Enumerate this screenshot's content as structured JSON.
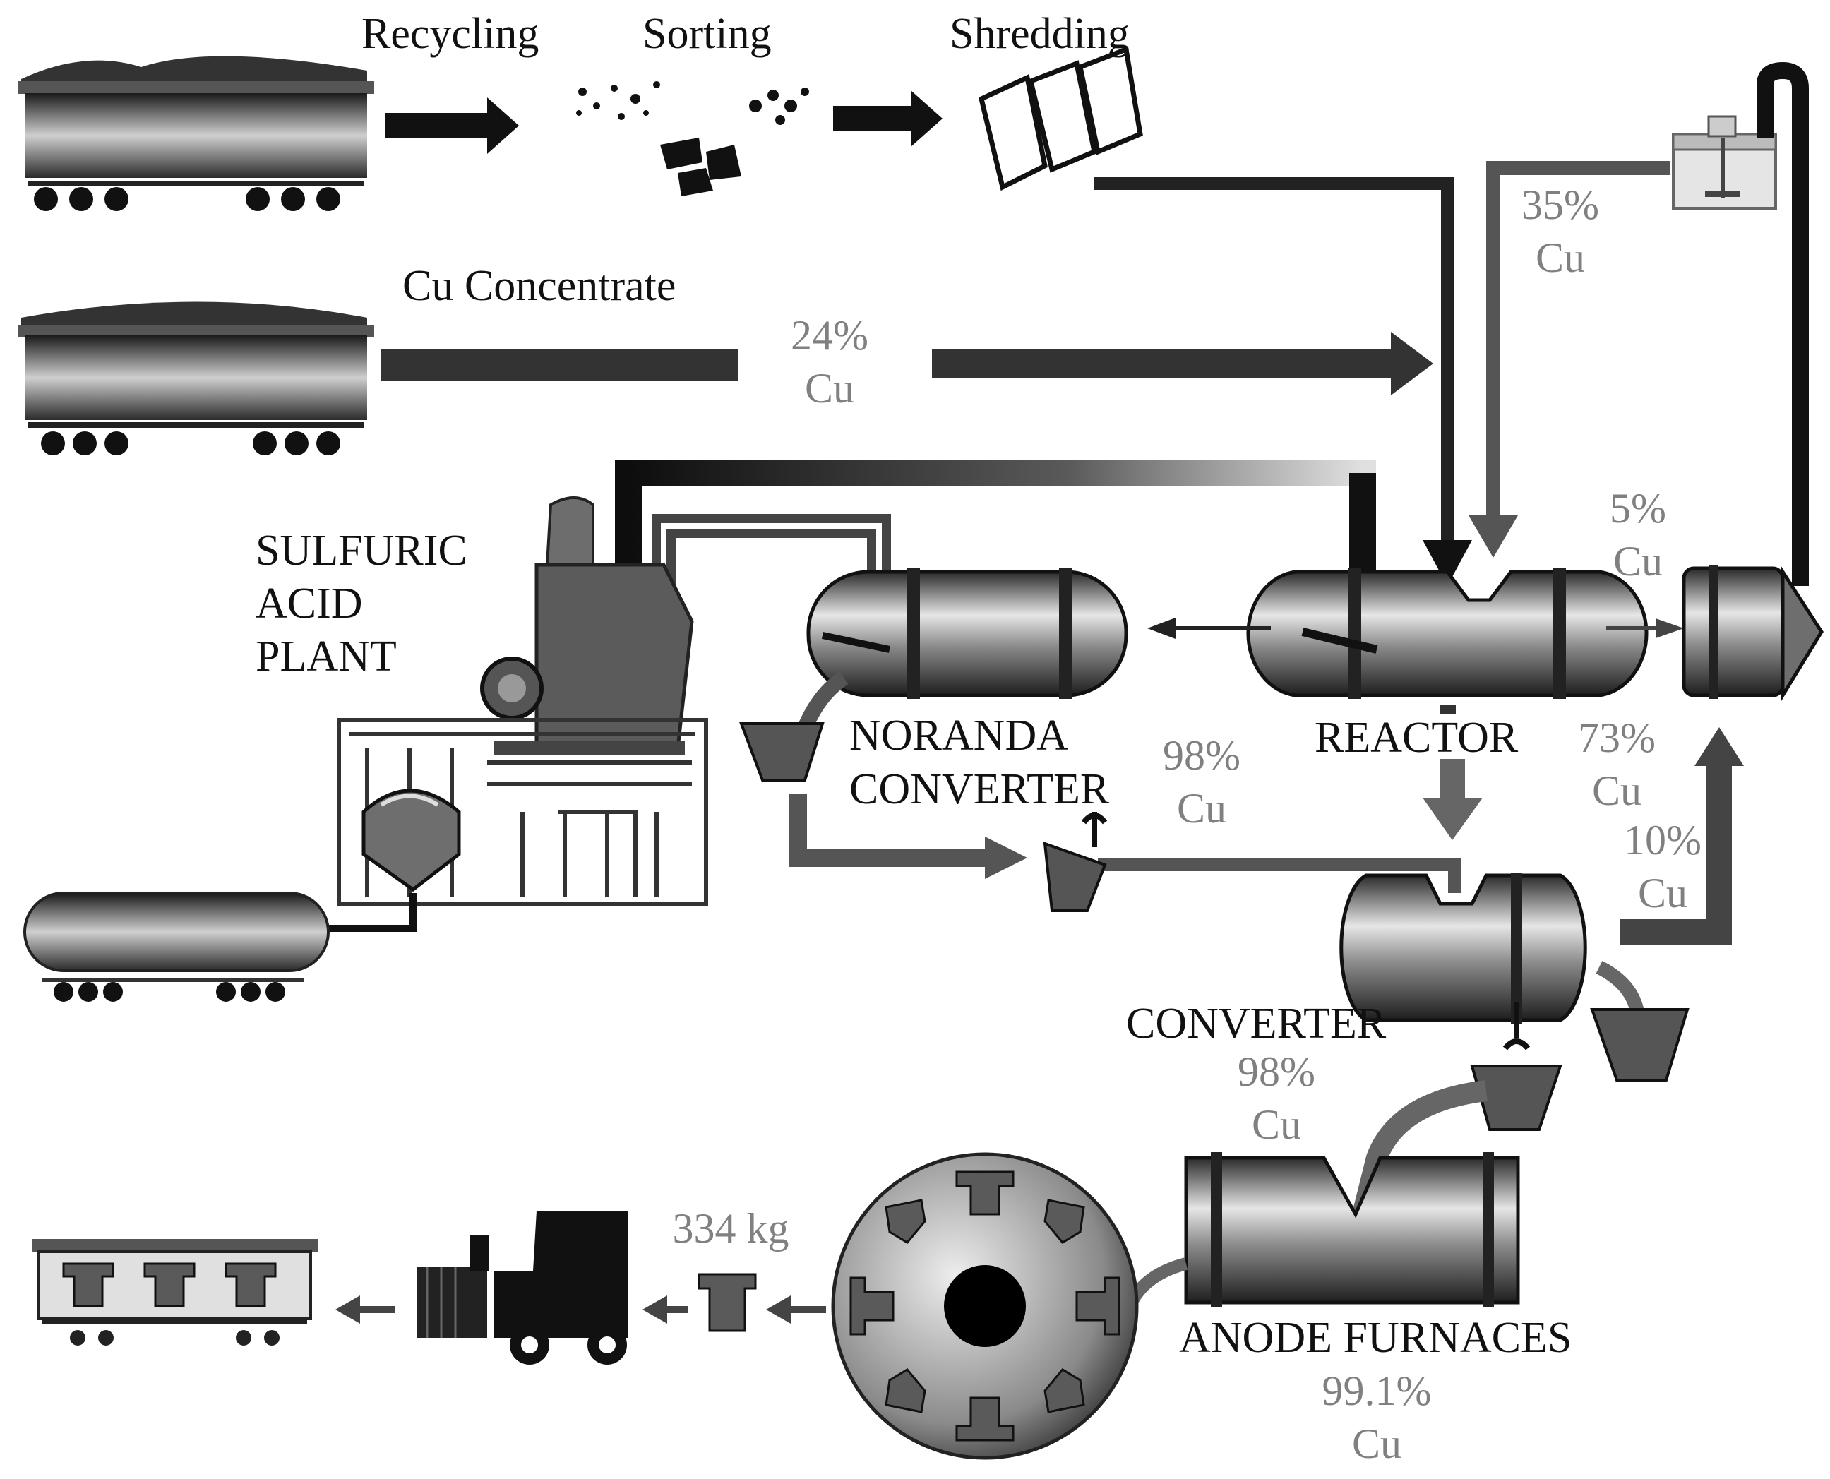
{
  "steps": {
    "recycling": "Recycling",
    "sorting": "Sorting",
    "shredding": "Shredding",
    "cu_concentrate": "Cu Concentrate"
  },
  "units": {
    "sulfuric_line1": "SULFURIC",
    "sulfuric_line2": "ACID",
    "sulfuric_line3": "PLANT",
    "noranda_line1": "NORANDA",
    "noranda_line2": "CONVERTER",
    "reactor": "REACTOR",
    "converter": "CONVERTER",
    "anode_furnaces": "ANODE FURNACES"
  },
  "grades": {
    "concentrate_pct": "24%",
    "concentrate_cu": "Cu",
    "recycle_pct": "35%",
    "recycle_cu": "Cu",
    "slag_pct": "5%",
    "slag_cu": "Cu",
    "noranda_pct": "98%",
    "noranda_cu": "Cu",
    "matte_pct": "73%",
    "matte_cu": "Cu",
    "converter_slag_pct": "10%",
    "converter_slag_cu": "Cu",
    "converter_pct": "98%",
    "converter_cu": "Cu",
    "anode_pct": "99.1%",
    "anode_cu": "Cu"
  },
  "output": {
    "anode_mass": "334 kg"
  },
  "colors": {
    "label_black": "#111111",
    "label_grey": "#808080",
    "equipment_dark": "#3a3a3a",
    "equipment_mid": "#7a7a7a",
    "flow_dark": "#111111",
    "flow_grey": "#555555"
  }
}
